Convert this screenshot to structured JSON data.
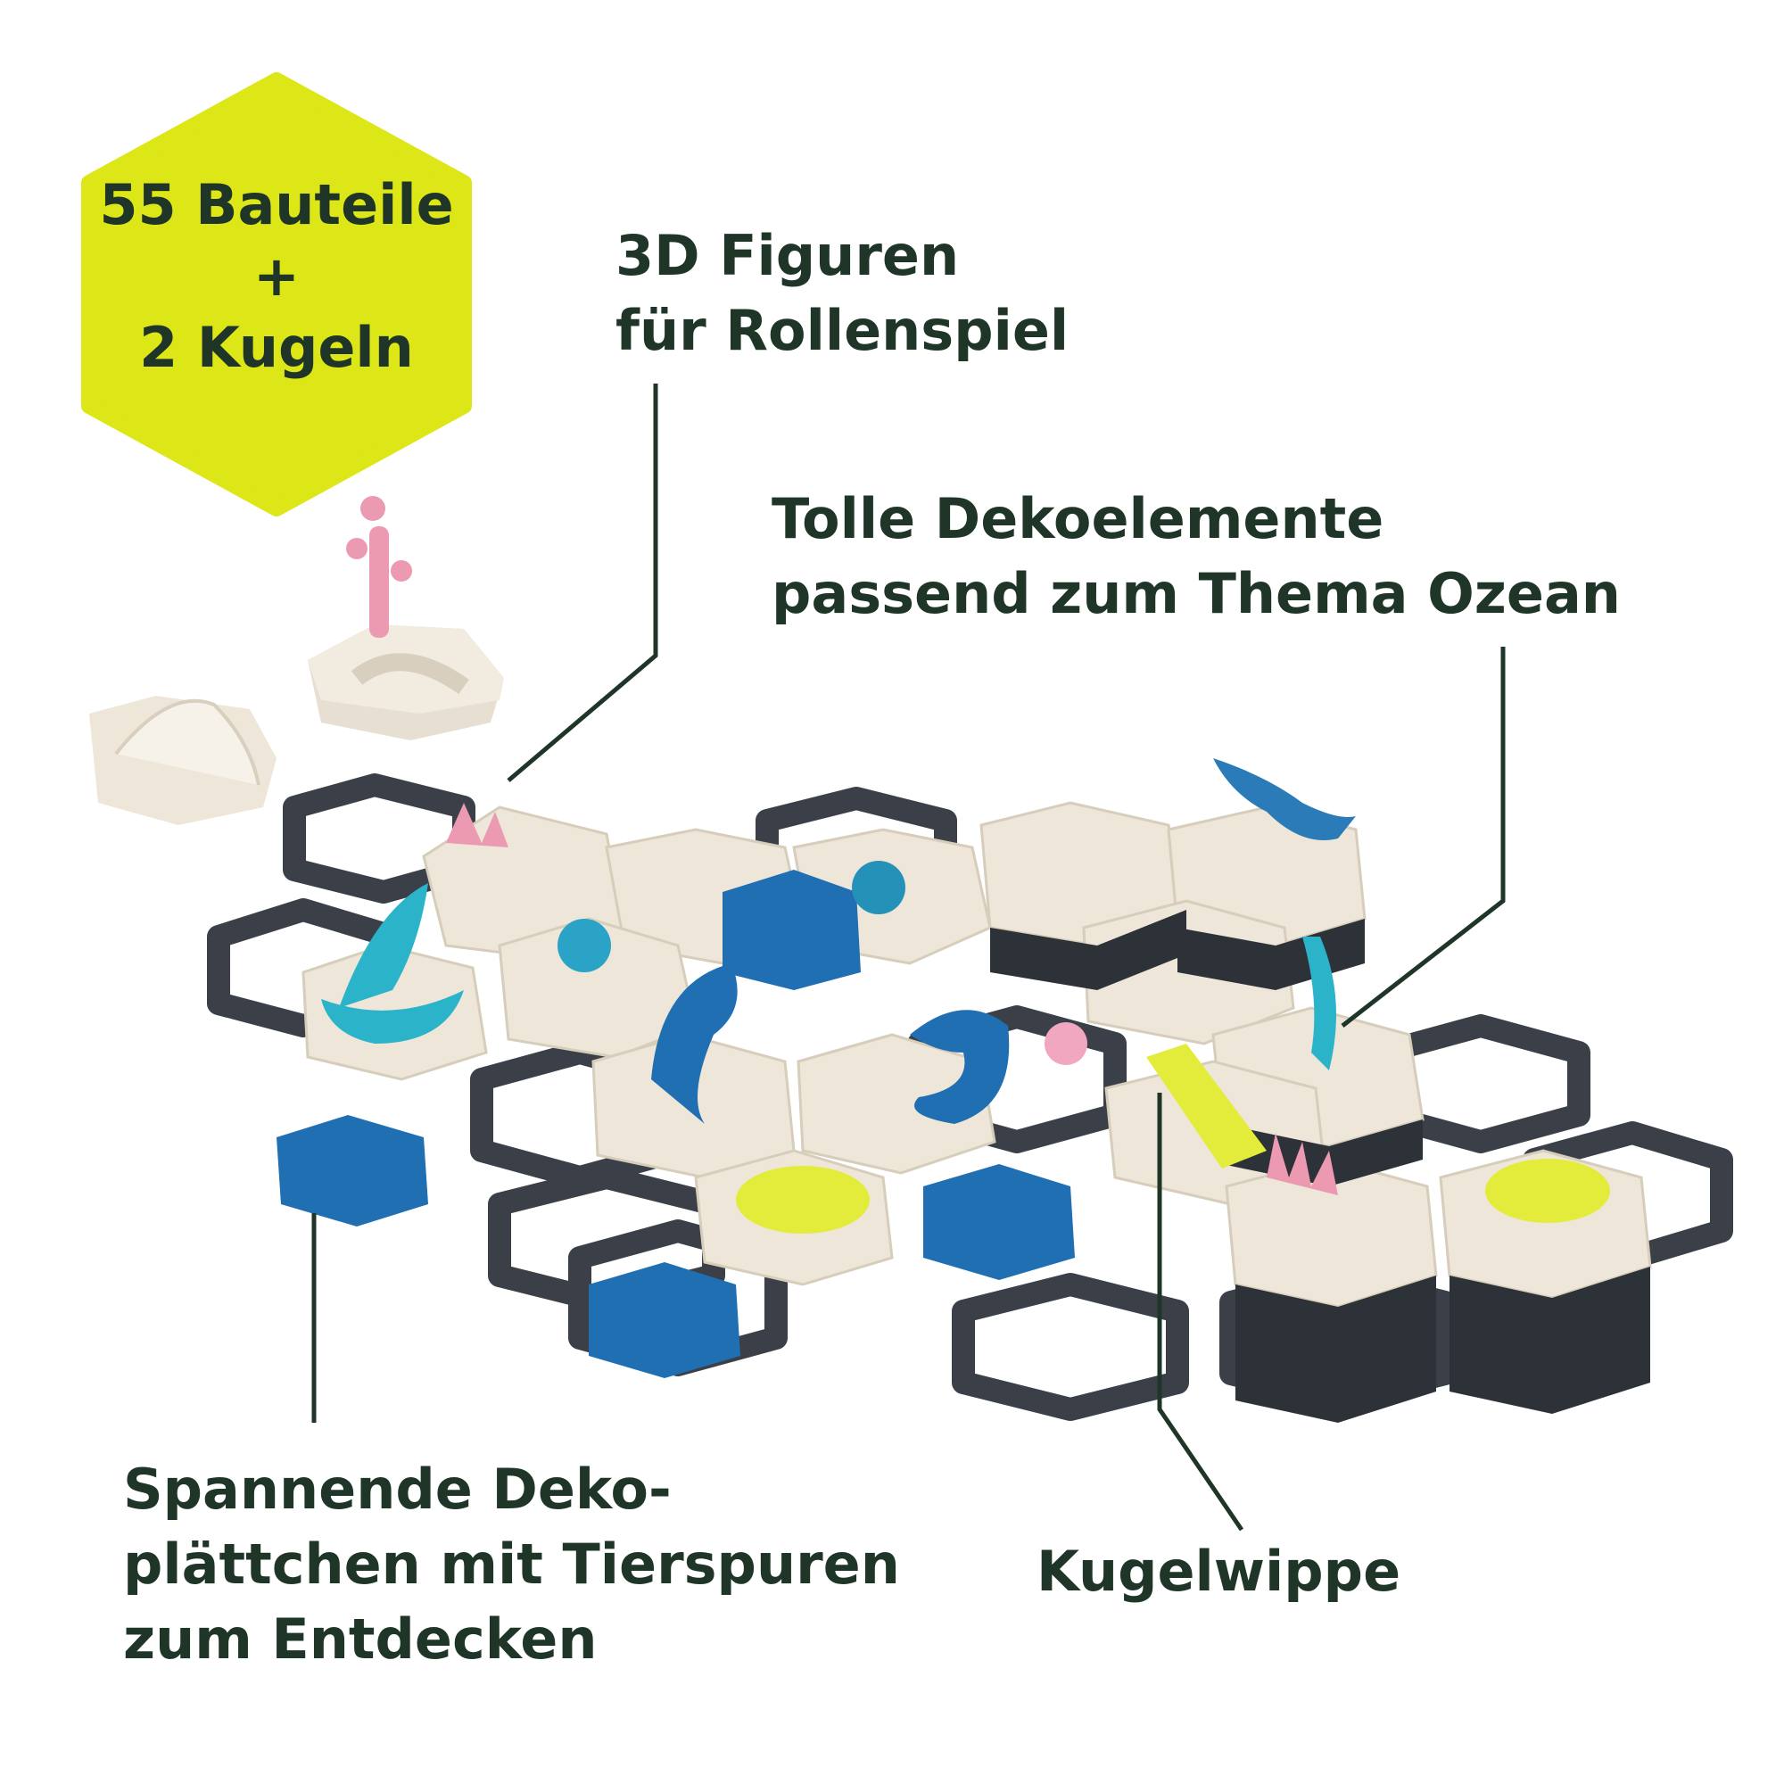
{
  "badge": {
    "line1": "55 Bauteile",
    "line2": "+",
    "line3": "2 Kugeln",
    "color": "#dde616"
  },
  "callouts": {
    "figuren": {
      "line1": "3D Figuren",
      "line2": "für Rollenspiel"
    },
    "deko": {
      "line1": "Tolle Dekoelemente",
      "line2": "passend zum Thema Ozean"
    },
    "plaettchen": {
      "line1": "Spannende Deko-",
      "line2": "plättchen mit Tierspuren",
      "line3": "zum Entdecken"
    },
    "wippe": {
      "line1": "Kugelwippe"
    }
  },
  "colors": {
    "text": "#1e3528",
    "grid": "#3b4048",
    "tile": "#ede6d9",
    "blue": "#1f6fb2",
    "teal": "#2bb3c9",
    "pink": "#ec9ab2",
    "yellow": "#e3ec3a"
  }
}
